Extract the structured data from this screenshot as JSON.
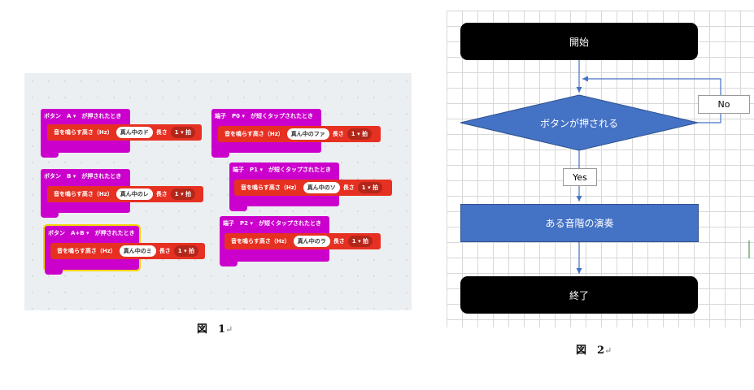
{
  "figure1": {
    "caption": "図　1",
    "caption_mark": "↵",
    "blocks": [
      {
        "event": "ボタン　A ▾　が押されたとき",
        "sound": "音を鳴らす高さ（Hz）",
        "note": "真ん中のド",
        "length_label": "長さ",
        "beat": "1 ▾ 拍"
      },
      {
        "event": "ボタン　B ▾　が押されたとき",
        "sound": "音を鳴らす高さ（Hz）",
        "note": "真ん中のレ",
        "length_label": "長さ",
        "beat": "1 ▾ 拍"
      },
      {
        "event": "ボタン　A+B ▾　が押されたとき",
        "sound": "音を鳴らす高さ（Hz）",
        "note": "真ん中のミ",
        "length_label": "長さ",
        "beat": "1 ▾ 拍"
      },
      {
        "event": "端子　P0 ▾　が短くタップされたとき",
        "sound": "音を鳴らす高さ（Hz）",
        "note": "真ん中のファ",
        "length_label": "長さ",
        "beat": "1 ▾ 拍"
      },
      {
        "event": "端子　P1 ▾　が短くタップされたとき",
        "sound": "音を鳴らす高さ（Hz）",
        "note": "真ん中のソ",
        "length_label": "長さ",
        "beat": "1 ▾ 拍"
      },
      {
        "event": "端子　P2 ▾　が短くタップされたとき",
        "sound": "音を鳴らす高さ（Hz）",
        "note": "真ん中のラ",
        "length_label": "長さ",
        "beat": "1 ▾ 拍"
      }
    ]
  },
  "figure2": {
    "caption": "図　2",
    "caption_mark": "↵",
    "start": "開始",
    "decision": "ボタンが押される",
    "no_label": "No",
    "yes_label": "Yes",
    "process": "ある音階の演奏",
    "end": "終了"
  },
  "colors": {
    "event_block": "#cc00cc",
    "music_block": "#e63022",
    "process": "#4472c4",
    "terminal": "#000000",
    "arrow": "#4472c4"
  }
}
